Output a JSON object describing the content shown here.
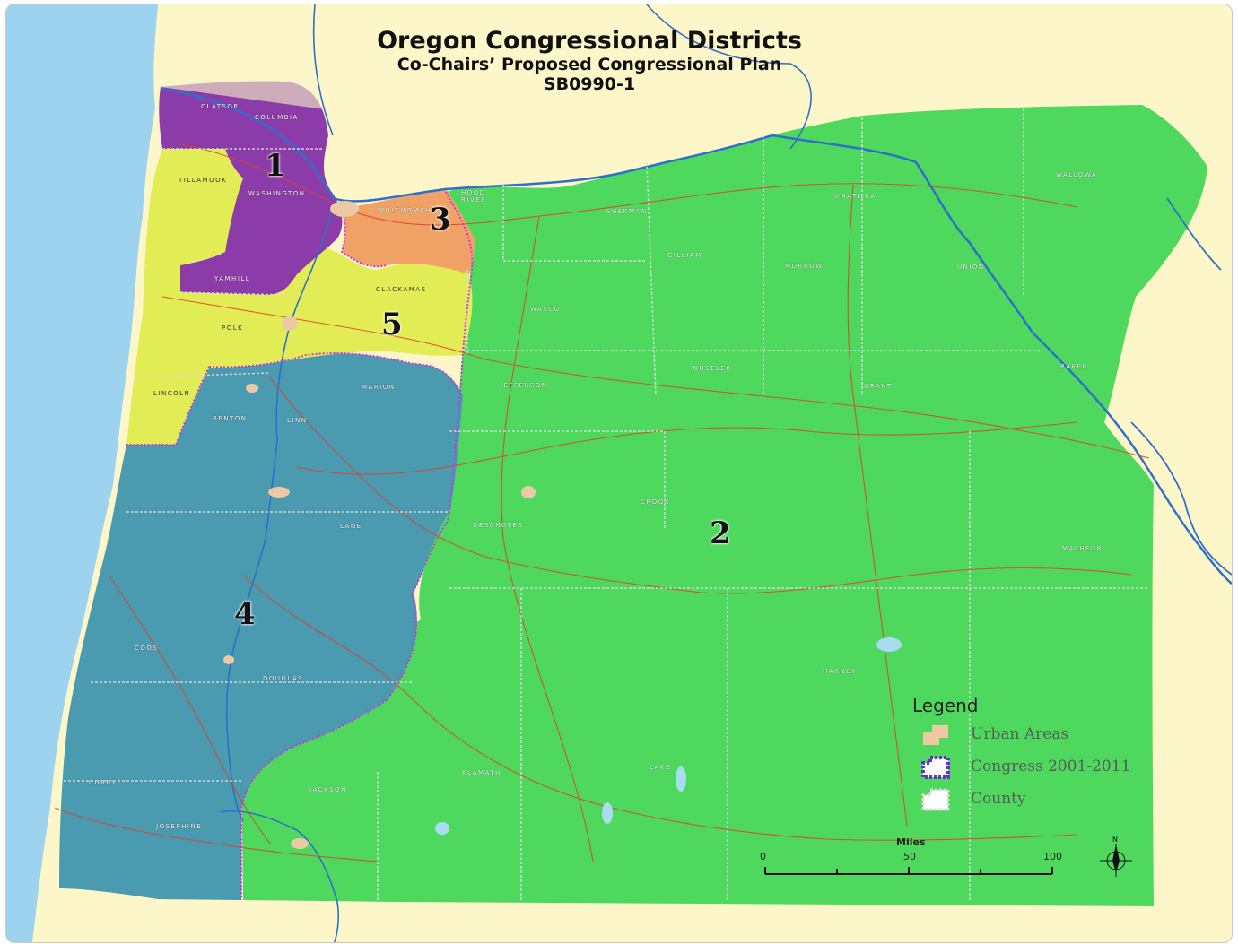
{
  "map": {
    "title": "Oregon Congressional Districts",
    "subtitle": "Co-Chairs’ Proposed Congressional Plan",
    "bill": "SB0990-1"
  },
  "districts": [
    {
      "label": "1",
      "color": "#8b3ca8"
    },
    {
      "label": "2",
      "color": "#4ed95e"
    },
    {
      "label": "3",
      "color": "#f0a266"
    },
    {
      "label": "4",
      "color": "#4a9bb0"
    },
    {
      "label": "5",
      "color": "#e2ed55"
    }
  ],
  "counties": [
    "CLATSOP",
    "COLUMBIA",
    "TILLAMOOK",
    "WASHINGTON",
    "MULTNOMAH",
    "HOOD RIVER",
    "YAMHILL",
    "CLACKAMAS",
    "POLK",
    "MARION",
    "LINCOLN",
    "BENTON",
    "LINN",
    "LANE",
    "COOS",
    "DOUGLAS",
    "CURRY",
    "JOSEPHINE",
    "JACKSON",
    "KLAMATH",
    "LAKE",
    "HARNEY",
    "MALHEUR",
    "DESCHUTES",
    "CROOK",
    "JEFFERSON",
    "WASCO",
    "SHERMAN",
    "GILLIAM",
    "MORROW",
    "UMATILLA",
    "UNION",
    "WALLOWA",
    "BAKER",
    "GRANT",
    "WHEELER"
  ],
  "legend": {
    "title": "Legend",
    "items": [
      {
        "label": "Urban Areas",
        "color": "#ecc9a4"
      },
      {
        "label": "Congress 2001-2011",
        "color": "#6b2bd4"
      },
      {
        "label": "County",
        "color": "#dcdcdc"
      }
    ]
  },
  "scale": {
    "unit": "Miles",
    "ticks": [
      "0",
      "50",
      "100"
    ]
  },
  "north_label": "N",
  "colors": {
    "ocean": "#9dd3ee",
    "land_outside": "#fcf6c8",
    "roads": "#e0402a",
    "rivers": "#2f6fc9",
    "district_boundary": "#cc33dd"
  }
}
